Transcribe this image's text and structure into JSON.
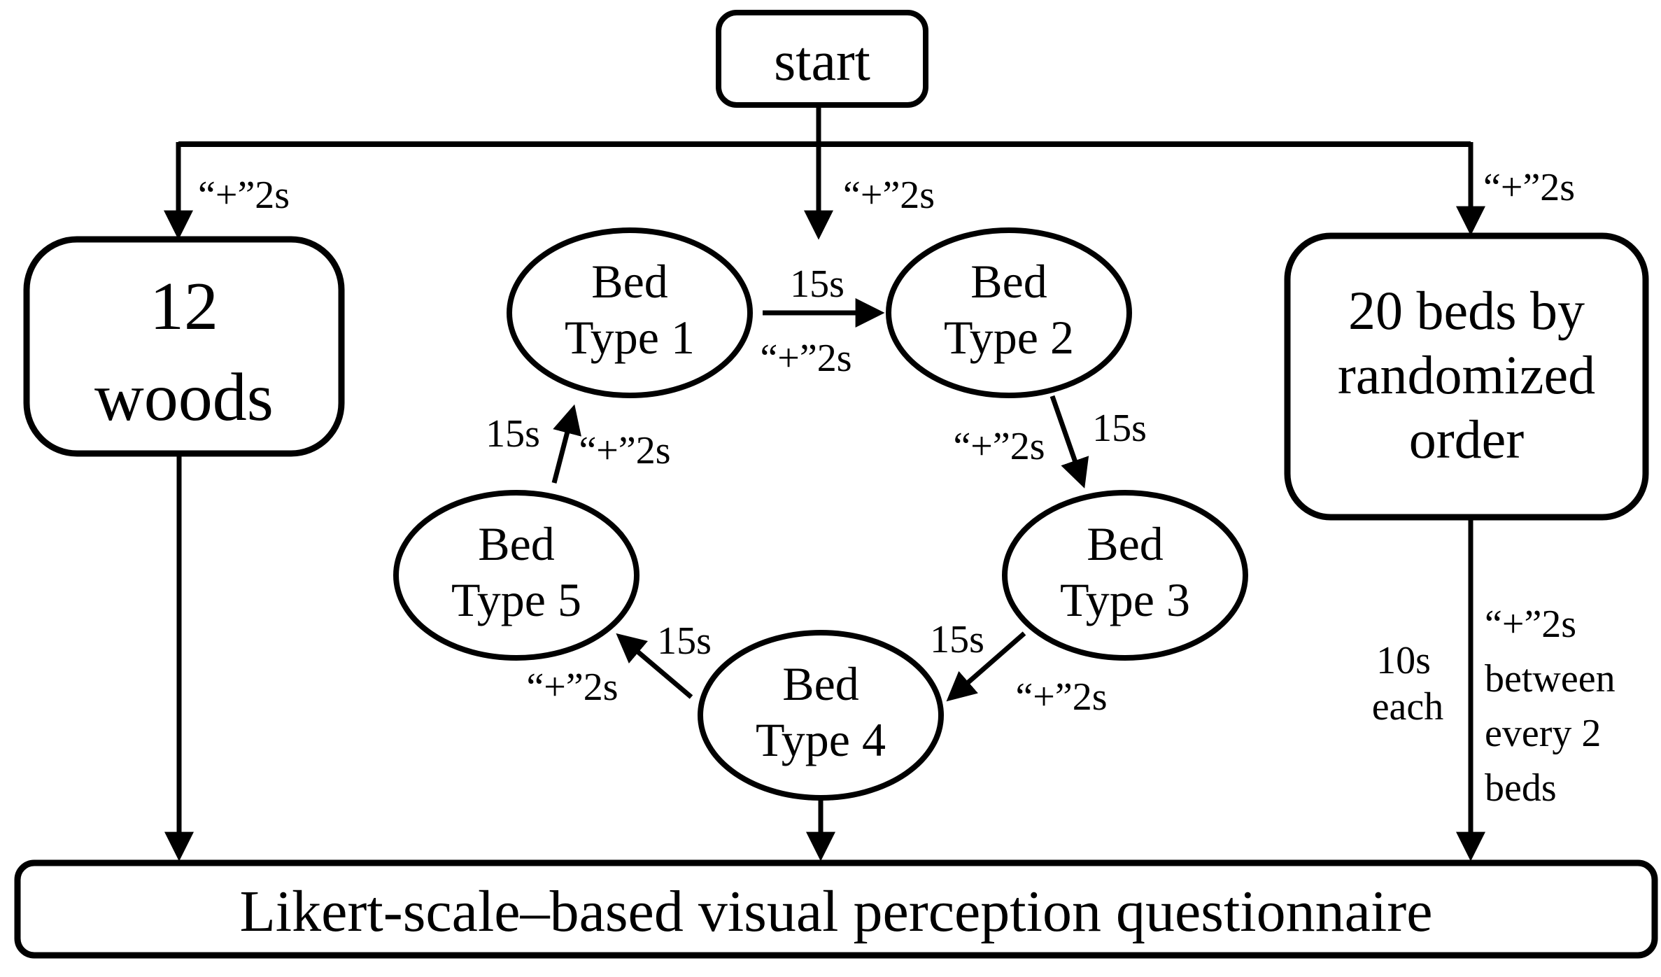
{
  "figure": {
    "background": "#ffffff",
    "stroke_color": "#000000",
    "nodes": {
      "start": {
        "label": "start"
      },
      "woods": {
        "lines": [
          "12",
          "woods"
        ]
      },
      "bed_type_1": {
        "lines": [
          "Bed",
          "Type 1"
        ]
      },
      "bed_type_2": {
        "lines": [
          "Bed",
          "Type 2"
        ]
      },
      "bed_type_3": {
        "lines": [
          "Bed",
          "Type 3"
        ]
      },
      "bed_type_4": {
        "lines": [
          "Bed",
          "Type 4"
        ]
      },
      "bed_type_5": {
        "lines": [
          "Bed",
          "Type 5"
        ]
      },
      "randomized": {
        "lines": [
          "20 beds by",
          "randomized",
          "order"
        ]
      },
      "questionnaire": {
        "label": "Likert-scale–based visual perception questionnaire"
      }
    },
    "edge_labels": {
      "start_to_woods": "“+”2s",
      "start_to_cycle": "“+”2s",
      "start_to_randomized": "“+”2s",
      "bed1_to_bed2": {
        "duration": "15s",
        "fixation": "“+”2s"
      },
      "bed2_to_bed3": {
        "duration": "15s",
        "fixation": "“+”2s"
      },
      "bed3_to_bed4": {
        "duration": "15s",
        "fixation": "“+”2s"
      },
      "bed4_to_bed5": {
        "duration": "15s",
        "fixation": "“+”2s"
      },
      "bed5_to_bed1": {
        "duration": "15s",
        "fixation": "“+”2s"
      },
      "randomized_to_questionnaire": {
        "duration_lines": [
          "10s",
          "each"
        ],
        "fixation_lines": [
          "“+”2s",
          "between",
          "every 2",
          "beds"
        ]
      }
    }
  }
}
